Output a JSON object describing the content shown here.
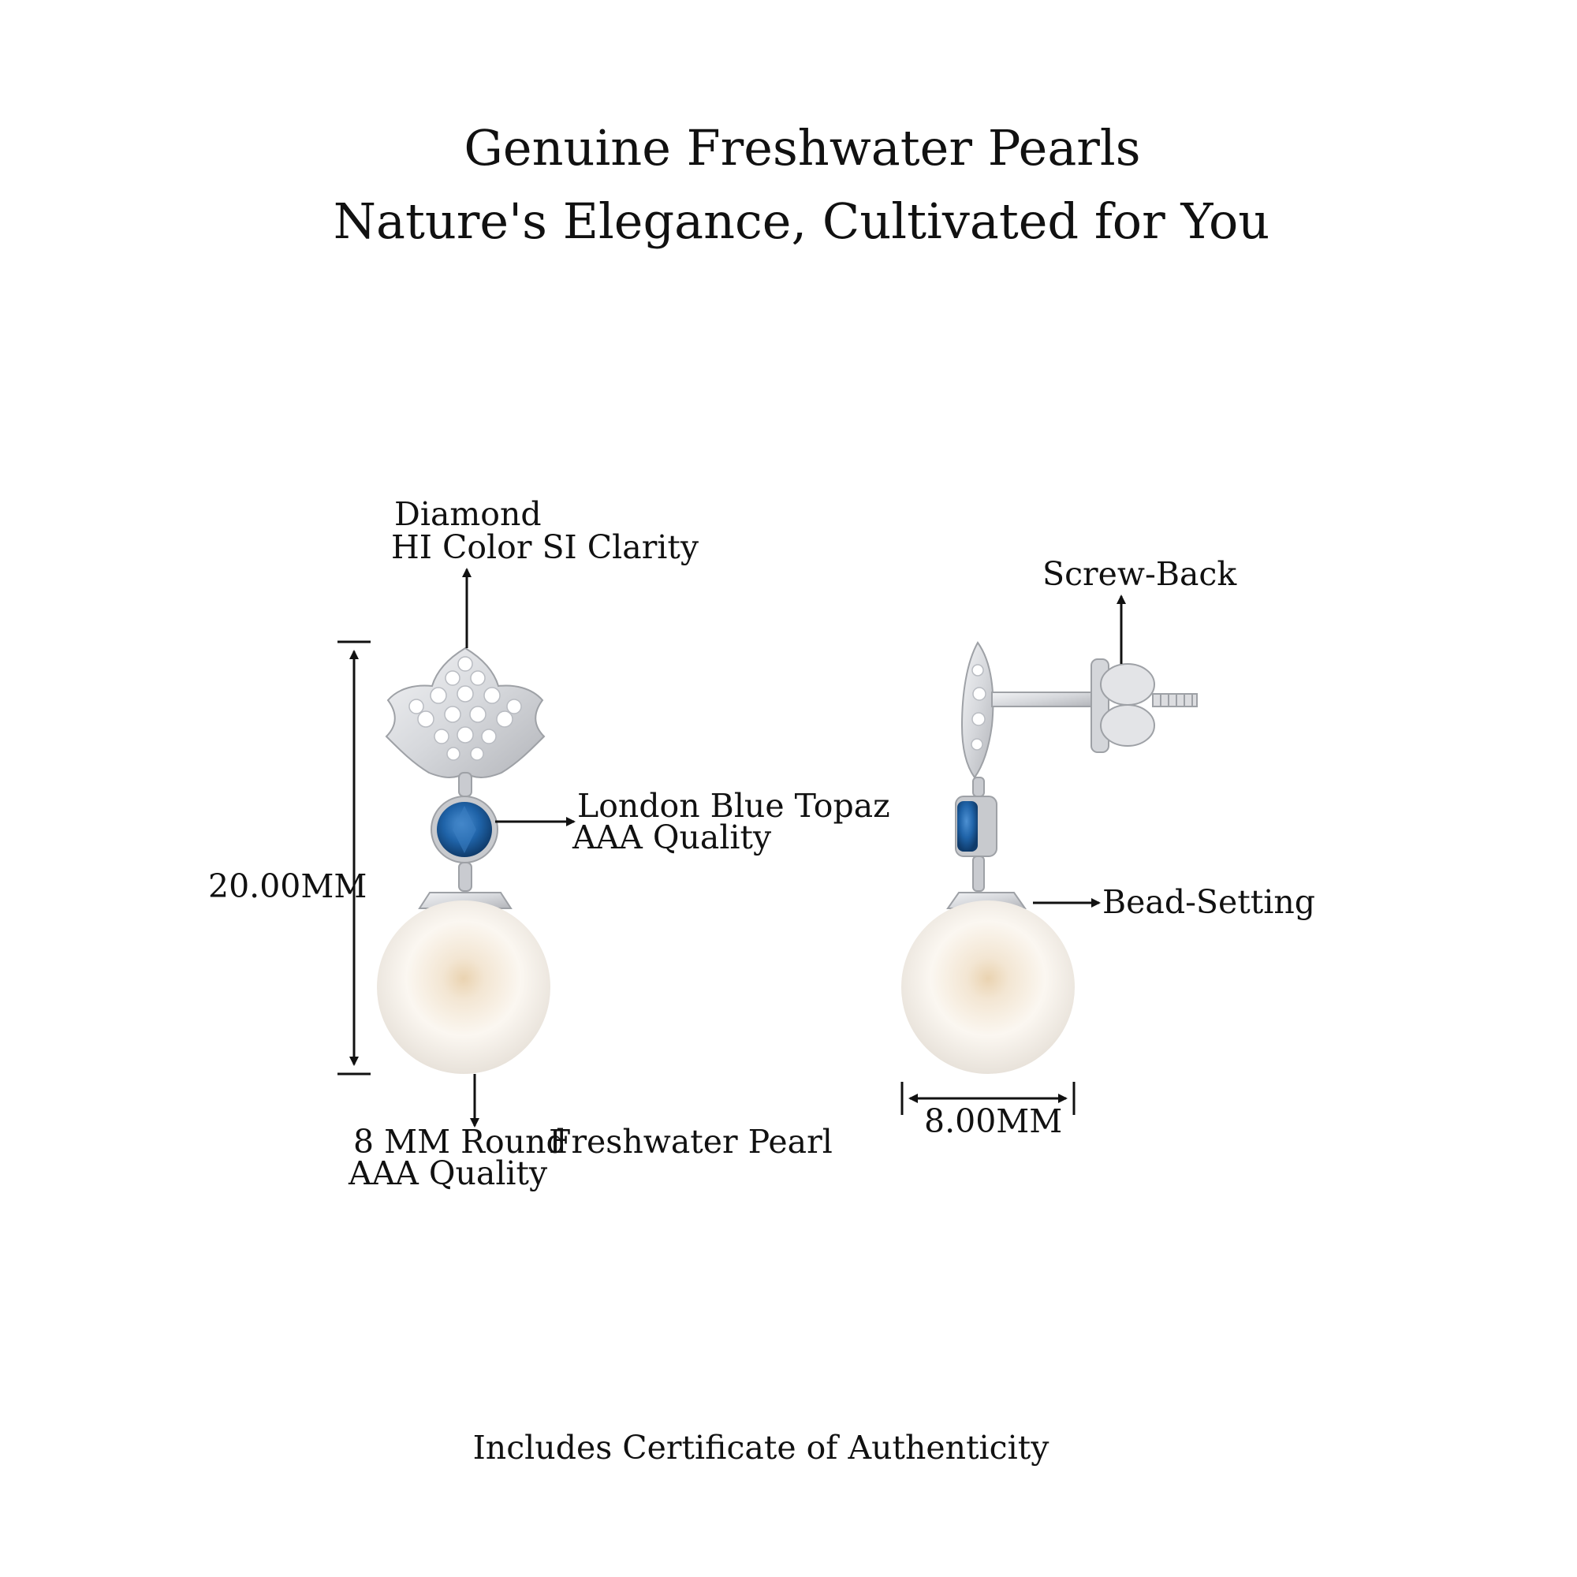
{
  "header": {
    "title": "Genuine Freshwater Pearls",
    "subtitle": "Nature's Elegance, Cultivated for You"
  },
  "labels": {
    "diamond_name": "Diamond",
    "diamond_grade": "HI Color SI Clarity",
    "topaz_name": "London Blue Topaz",
    "topaz_quality": "AAA Quality",
    "height": "20.00MM",
    "pearl_name_a": "8 MM Round",
    "pearl_name_b": "Freshwater Pearl",
    "pearl_quality": "AAA Quality",
    "screw_back": "Screw-Back",
    "bead_setting": "Bead-Setting",
    "width": "8.00MM"
  },
  "footer": {
    "note": "Includes Certificate of Authenticity"
  },
  "colors": {
    "metal": "#dcdde0",
    "metal_dark": "#a9abb0",
    "topaz": "#1f63a8",
    "pearl": "#f7f1e8",
    "pearl_glow": "#efdcc0",
    "ink": "#111111"
  }
}
